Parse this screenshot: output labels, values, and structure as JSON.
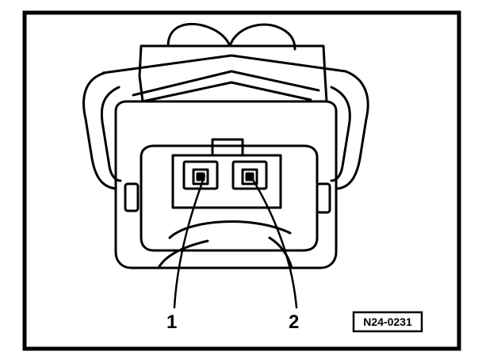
{
  "figure": {
    "callouts": [
      {
        "label": "1"
      },
      {
        "label": "2"
      }
    ],
    "reference_code": "N24-0231"
  },
  "colors": {
    "ink": "#000000",
    "paper": "#ffffff"
  }
}
